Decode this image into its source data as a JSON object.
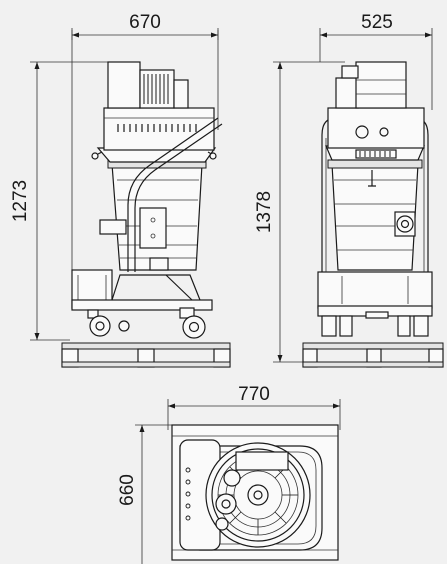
{
  "dimensions": {
    "front_width": "670",
    "front_height": "1273",
    "side_width": "525",
    "side_height": "1378",
    "top_width": "770",
    "top_depth": "660"
  },
  "colors": {
    "background": "#f1f1f1",
    "line": "#1a1a1a"
  }
}
